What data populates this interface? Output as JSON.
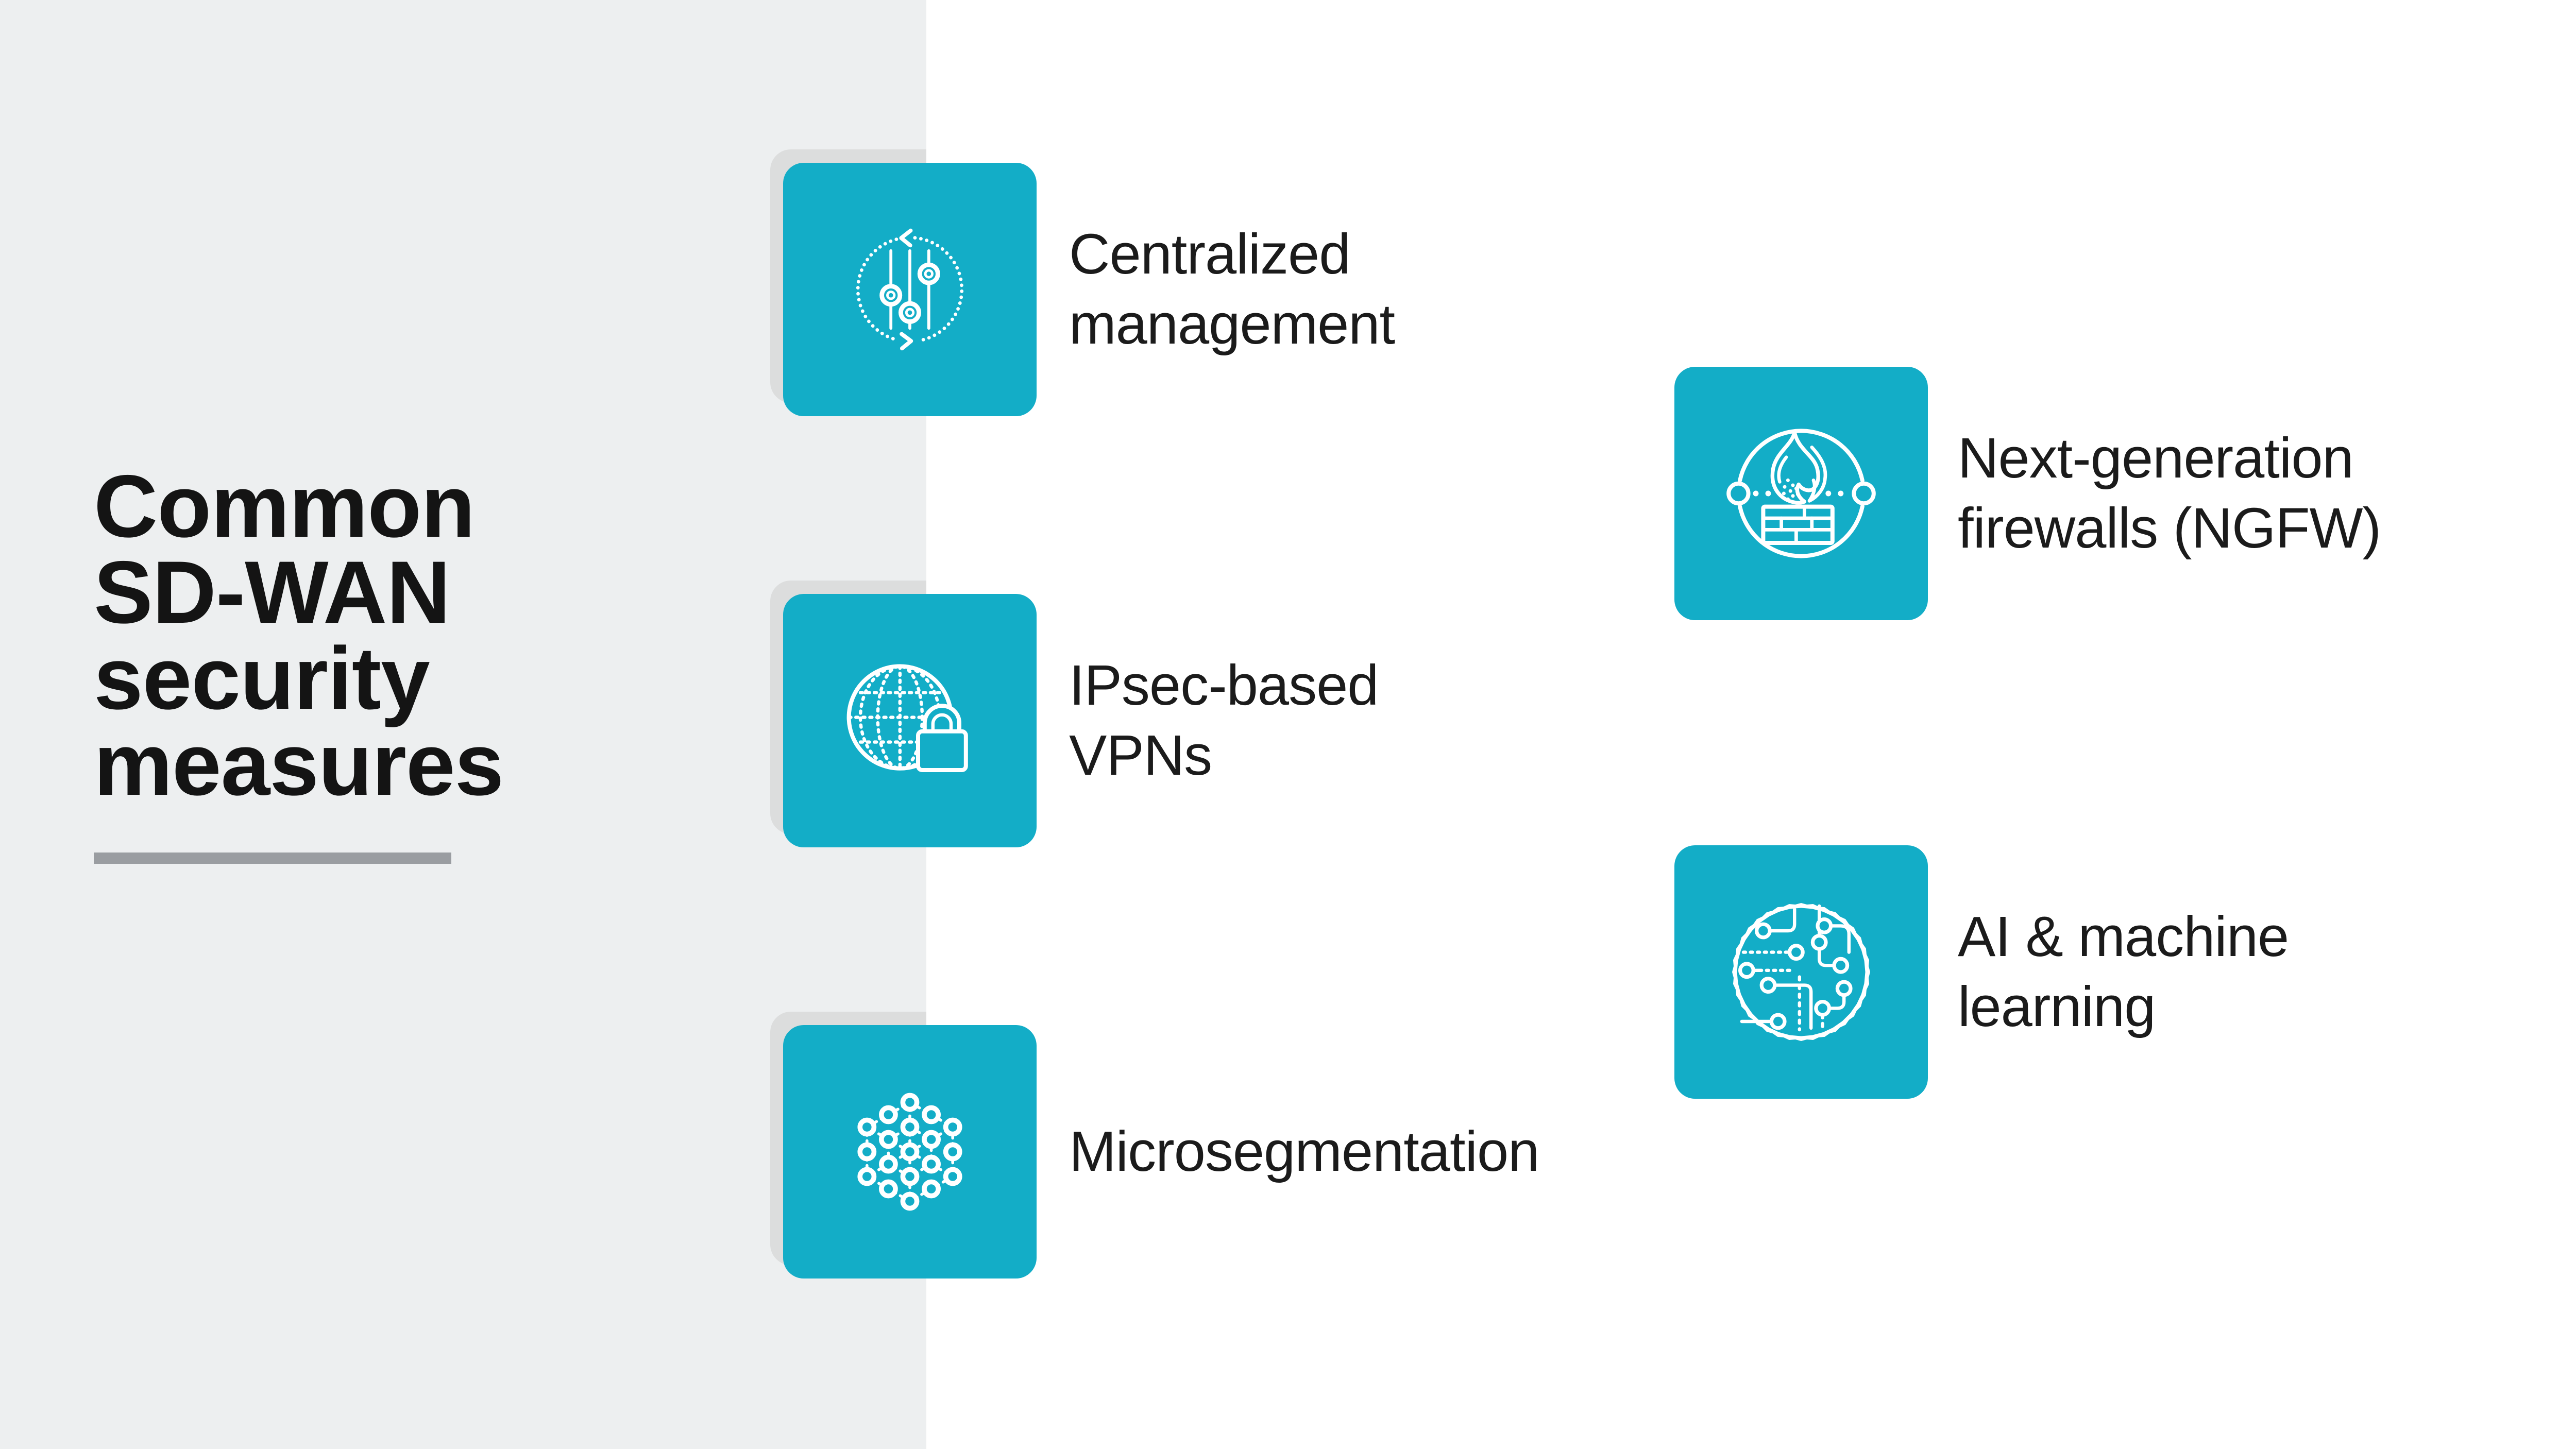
{
  "title": {
    "text": "Common SD-WAN security measures"
  },
  "items": [
    {
      "label": "Centralized management",
      "icon": "control-sliders-sync-icon"
    },
    {
      "label": "IPsec-based VPNs",
      "icon": "globe-lock-icon"
    },
    {
      "label": "Microsegmentation",
      "icon": "segmented-network-dots-icon"
    },
    {
      "label": "Next-generation firewalls (NGFW)",
      "icon": "firewall-flame-icon"
    },
    {
      "label": "AI & machine learning",
      "icon": "ai-circuit-brain-icon"
    }
  ],
  "colors": {
    "background": "#ffffff",
    "panel": "#edeff0",
    "tile": "#13adc7",
    "tile_shadow": "#dcdddd",
    "icon_stroke": "#ffffff",
    "title_text": "#141414",
    "label_text": "#1b1b1b",
    "title_underline": "#9a9da1"
  }
}
